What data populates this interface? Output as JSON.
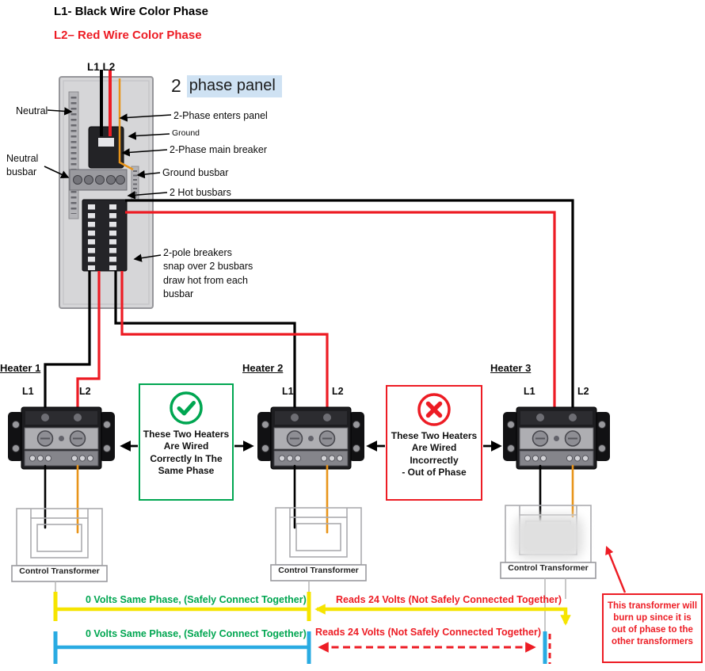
{
  "legend": {
    "l1": "L1- Black Wire Color Phase",
    "l2": "L2– Red Wire Color Phase"
  },
  "panel": {
    "feed_label": "L1 L2",
    "title_number": "2",
    "title_text": "phase panel",
    "neutral": "Neutral",
    "enters": "2-Phase enters panel",
    "ground": "Ground",
    "main_breaker": "2-Phase main breaker",
    "neutral_busbar": "Neutral\nbusbar",
    "ground_busbar": "Ground busbar",
    "hot_busbars": "2 Hot busbars",
    "pole_breakers": "2-pole breakers\nsnap over 2 busbars\ndraw hot from each\nbusbar"
  },
  "heaters": [
    {
      "name": "Heater 1",
      "l1": "L1",
      "l2": "L2"
    },
    {
      "name": "Heater 2",
      "l1": "L1",
      "l2": "L2"
    },
    {
      "name": "Heater 3",
      "l1": "L1",
      "l2": "L2"
    }
  ],
  "callouts": {
    "correct": "These Two Heaters\nAre Wired\nCorrectly In The\nSame Phase",
    "incorrect": "These Two Heaters\nAre Wired\nIncorrectly\n- Out of Phase"
  },
  "transformers": {
    "label": "Control Transformer"
  },
  "measurements": {
    "same_phase_1": "0 Volts Same Phase, (Safely Connect Together)",
    "out_phase_1": "Reads 24 Volts (Not Safely Connected Together)",
    "same_phase_2": "0 Volts Same Phase, (Safely Connect Together)",
    "out_phase_2": "Reads 24 Volts (Not Safely Connected Together)"
  },
  "warning": "This transformer will\nburn up since it is\nout of phase to the\nother transformers",
  "colors": {
    "wire-black": "#000000",
    "wire-red": "#ed1c24",
    "wire-orange": "#e8941a",
    "accent-green": "#00a651",
    "accent-red": "#ed1c24",
    "measure-yellow": "#f6e400",
    "measure-cyan": "#29abe2",
    "title-highlight": "#cfe2f3",
    "panel-gray": "#d6d6d8"
  }
}
